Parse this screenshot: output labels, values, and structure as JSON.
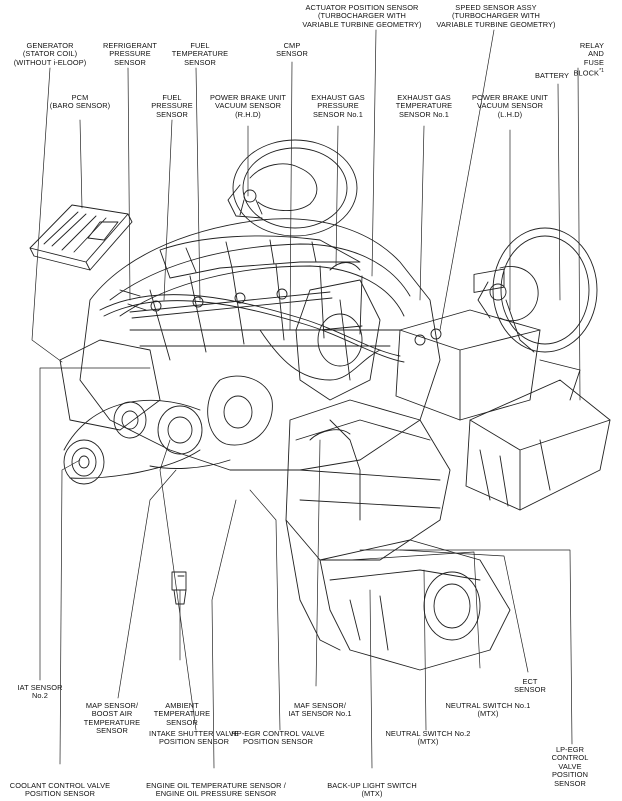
{
  "labels": {
    "generator": "GENERATOR\n(STATOR COIL)\n(WITHOUT i-ELOOP)",
    "refrigerant": "REFRIGERANT\nPRESSURE\nSENSOR",
    "fuel_temp": "FUEL\nTEMPERATURE\nSENSOR",
    "cmp": "CMP\nSENSOR",
    "actuator": "ACTUATOR POSITION SENSOR\n(TURBOCHARGER WITH\nVARIABLE TURBINE GEOMETRY)",
    "speed_sensor": "SPEED SENSOR ASSY\n(TURBOCHARGER WITH\nVARIABLE TURBINE GEOMETRY)",
    "relay": "RELAY AND\nFUSE BLOCK",
    "relay_note": "*1",
    "pcm": "PCM\n(BARO SENSOR)",
    "fuel_pressure": "FUEL\nPRESSURE\nSENSOR",
    "pbu_rhd": "POWER BRAKE UNIT\nVACUUM SENSOR\n(R.H.D)",
    "exh_pressure": "EXHAUST GAS\nPRESSURE\nSENSOR No.1",
    "exh_temp": "EXHAUST GAS\nTEMPERATURE\nSENSOR No.1",
    "battery": "BATTERY",
    "pbu_lhd": "POWER BRAKE UNIT\nVACUUM SENSOR\n(L.H.D)",
    "ect": "ECT\nSENSOR",
    "iat2": "IAT SENSOR\nNo.2",
    "map": "MAP SENSOR/\nBOOST AIR\nTEMPERATURE\nSENSOR",
    "ambient": "AMBIENT\nTEMPERATURE\nSENSOR",
    "maf": "MAF SENSOR/\nIAT SENSOR No.1",
    "neutral1": "NEUTRAL SWITCH No.1\n(MTX)",
    "intake_shutter": "INTAKE SHUTTER VALVE\nPOSITION SENSOR",
    "hp_egr": "HP-EGR CONTROL VALVE\nPOSITION SENSOR",
    "neutral2": "NEUTRAL SWITCH No.2\n(MTX)",
    "lp_egr": "LP-EGR CONTROL VALVE\nPOSITION SENSOR",
    "coolant": "COOLANT CONTROL VALVE\nPOSITION SENSOR",
    "oil": "ENGINE OIL TEMPERATURE SENSOR /\nENGINE OIL PRESSURE SENSOR",
    "backup": "BACK-UP LIGHT SWITCH\n(MTX)"
  }
}
